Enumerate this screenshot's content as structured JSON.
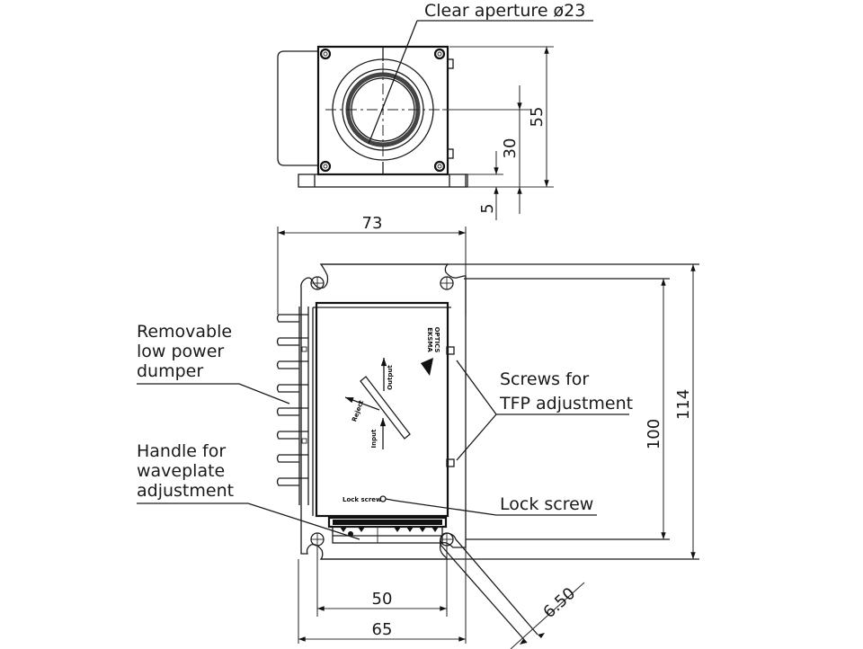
{
  "drawing": {
    "title": "Attenuator mechanical drawing",
    "colors": {
      "line": "#1a1a1a",
      "background": "#ffffff"
    },
    "front_view": {
      "aperture_label": "Clear aperture ø23",
      "dimensions": {
        "height_total": "55",
        "axis_height": "30",
        "base_thickness": "5"
      }
    },
    "top_view": {
      "dimensions": {
        "width_total": "73",
        "hole_spacing_length": "100",
        "length_total": "114",
        "hole_spacing_width": "50",
        "base_width": "65",
        "slot_width": "6.50"
      },
      "callouts": {
        "dumper": [
          "Removable",
          "low power",
          "dumper"
        ],
        "handle": [
          "Handle for",
          "waveplate",
          "adjustment"
        ],
        "tfp_screws": [
          "Screws for",
          "TFP adjustment"
        ],
        "lock_screw": "Lock screw"
      },
      "internal_labels": {
        "brand": [
          "EKSMA",
          "OPTICS"
        ],
        "lock_text": "Lock screw",
        "beam_in": "Input",
        "beam_out": "Output",
        "beam_reflected": "Reject"
      }
    }
  }
}
